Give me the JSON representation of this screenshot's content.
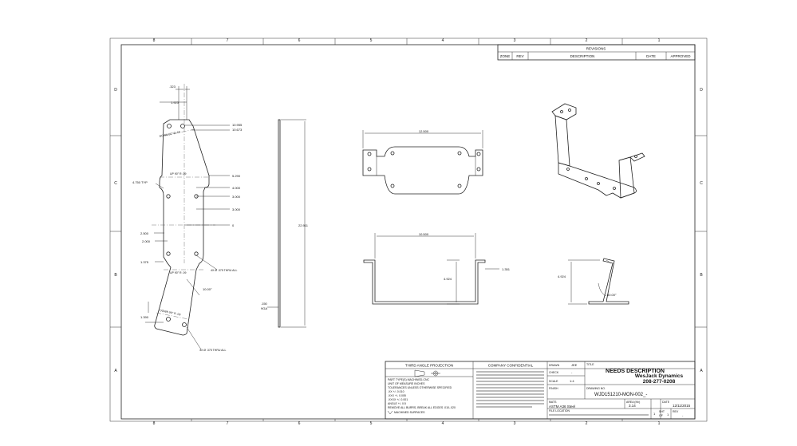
{
  "zones": {
    "columns": [
      "8",
      "7",
      "6",
      "5",
      "4",
      "3",
      "2",
      "1"
    ],
    "rows": [
      "D",
      "C",
      "B",
      "A"
    ]
  },
  "revisions": {
    "title": "REVISIONS",
    "headers": [
      "ZONE",
      "REV",
      "DESCRIPTION",
      "DATE",
      "APPROVED"
    ]
  },
  "flat_pattern": {
    "dims": {
      "d323": ".323",
      "d1923": "1.923",
      "d10955": "10.955",
      "d10673": "10.673",
      "bend1": "DOWN  90°  R .09",
      "bend2": "UP  90°  R .09",
      "d5290": "5.290",
      "d4750": "4.750 TYP",
      "d4000": "4.000",
      "d3000a": "3.000",
      "d3000b": "3.000",
      "d0": "0",
      "d2500": "2.500",
      "d2000": "2.000",
      "d1375": "1.375",
      "holes1": "4X  Ø  .375 THRU ALL",
      "bend3": "UP  90°  R .09",
      "ang": "10.00°",
      "bend4": "DOWN  90°  R .09",
      "d1390": "1.390",
      "holes2": "4X  Ø  .375 THRU ALL"
    }
  },
  "side_view": {
    "height": "22.911",
    "gauge_value": ".150",
    "gauge_label": "9GA"
  },
  "top_view": {
    "width": "12.500"
  },
  "front_view": {
    "width": "10.500",
    "height": "4.924",
    "flange": "1.351"
  },
  "right_view": {
    "height": "4.924",
    "angle": "80.00°"
  },
  "title_block": {
    "projection": "THIRD ANGLE PROJECTION",
    "confidential": "COMPANY CONFIDENTIAL",
    "part_type": "PART TYPE(S)    MACHINED-CNC",
    "unit": "UNIT OF MEASURE    INCHES",
    "tol_head": "TOLERANCES UNLESS OTHERWISE SPECIFIED",
    "tol_x": ".XX          +/- 0.010",
    "tol_xx": ".XXX         +/- 0.005",
    "tol_xxx": ".XXXX        +/- 0.001",
    "tol_ang": "ANGLE        +/- 0.5",
    "break_edges": "REMOVE ALL BURRS, BREAK ALL EDGES .010-.020",
    "finish_note": "MACHINED SURFACES",
    "drawn_label": "DRAWN",
    "drawn_value": "JEE",
    "check_label": "CHECK",
    "check_value": "-",
    "scale_label": "SCALE",
    "scale_value": "1:4",
    "finish_label": "FINISH",
    "mats_label": "MATS",
    "material": "ASTM A36 Steel",
    "title_label": "TITLE",
    "title": "NEEDS DESCRIPTION",
    "company": "WesJack Dynamics",
    "phone": "208-277-0208",
    "drawing_no_label": "DRAWING NO.",
    "drawing_no": "WJD151210-MON-002_-",
    "area_label": "AREA (IN²)",
    "area": "3.14",
    "sheet_label": "SHT",
    "sheet": "1",
    "of_label": "OF",
    "of": "1",
    "rev_label": "REV",
    "rev": "-",
    "date_label": "DATE",
    "date": "12/11/2015",
    "file_label": "FILE LOCATION"
  }
}
